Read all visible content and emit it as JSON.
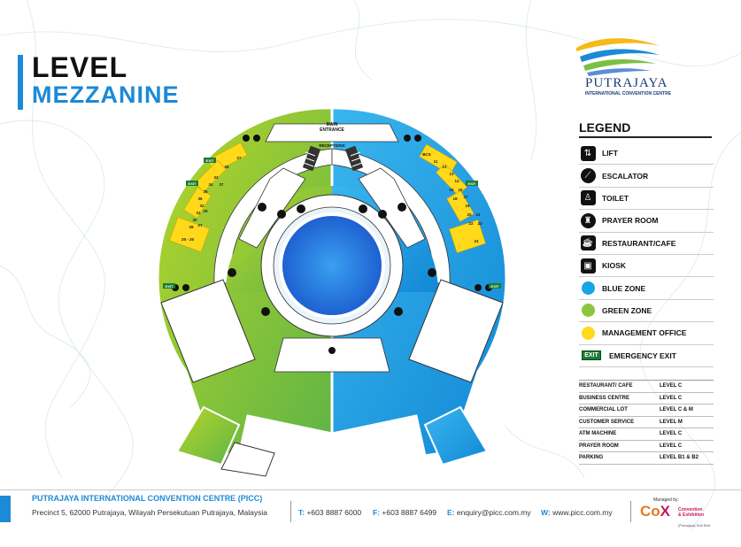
{
  "title": {
    "line1": "LEVEL",
    "line2": "MEZZANINE"
  },
  "logo": {
    "name": "PUTRAJAYA",
    "subtitle": "INTERNATIONAL CONVENTION CENTRE"
  },
  "legend": {
    "title": "LEGEND",
    "items": [
      {
        "label": "LIFT",
        "icon": "lift-icon"
      },
      {
        "label": "ESCALATOR",
        "icon": "escalator-icon"
      },
      {
        "label": "TOILET",
        "icon": "toilet-icon"
      },
      {
        "label": "PRAYER ROOM",
        "icon": "prayer-room-icon"
      },
      {
        "label": "RESTAURANT/CAFE",
        "icon": "restaurant-icon"
      },
      {
        "label": "KIOSK",
        "icon": "kiosk-icon"
      },
      {
        "label": "BLUE ZONE",
        "color": "#1aa3e6"
      },
      {
        "label": "GREEN ZONE",
        "color": "#8cc63f"
      },
      {
        "label": "MANAGEMENT OFFICE",
        "color": "#ffd91a"
      },
      {
        "label": "EMERGENCY EXIT",
        "badge": "EXIT"
      }
    ]
  },
  "facilities": [
    {
      "name": "RESTAURANT/ CAFE",
      "level": "LEVEL C"
    },
    {
      "name": "BUSINESS CENTRE",
      "level": "LEVEL C"
    },
    {
      "name": "COMMERCIAL LOT",
      "level": "LEVEL C & M"
    },
    {
      "name": "CUSTOMER SERVICE",
      "level": "LEVEL M"
    },
    {
      "name": "ATM MACHINE",
      "level": "LEVEL C"
    },
    {
      "name": "PRAYER ROOM",
      "level": "LEVEL C"
    },
    {
      "name": "PARKING",
      "level": "LEVEL B1 & B2"
    }
  ],
  "map": {
    "main_entrance": [
      "MAIN",
      "ENTRANCE"
    ],
    "receptions": "RECEPTIONS",
    "exit_label": "EXIT",
    "bcs_label": "BCS",
    "rooms_left": [
      "27",
      "28",
      "33",
      "34",
      "35",
      "36",
      "37",
      "32",
      "31",
      "30",
      "29",
      "28",
      "27",
      "25 - 26"
    ],
    "rooms_right": [
      "11",
      "12",
      "13",
      "14",
      "15",
      "16",
      "17",
      "18",
      "19",
      "20",
      "21",
      "22",
      "23",
      "24"
    ]
  },
  "footer": {
    "org": "PUTRAJAYA INTERNATIONAL CONVENTION CENTRE (PICC)",
    "address": "Precinct 5, 62000 Putrajaya, Wilayah Persekutuan Putrajaya, Malaysia",
    "tel_label": "T:",
    "tel": "+603 8887 6000",
    "fax_label": "F:",
    "fax": "+603 8887 6499",
    "email_label": "E:",
    "email": "enquiry@picc.com.my",
    "web_label": "W:",
    "web": "www.picc.com.my",
    "managed_by": "Managed by:",
    "manager_logo": "Co",
    "manager_logo_x": "X",
    "manager_desc": [
      "Convention",
      "& Exhibition"
    ],
    "manager_sub": "(Putrajaya) Sdn Bhd"
  },
  "colors": {
    "blue_zone": "#1aa3e6",
    "green_zone": "#8cc63f",
    "management": "#ffd91a",
    "accent": "#1c8ad6"
  }
}
